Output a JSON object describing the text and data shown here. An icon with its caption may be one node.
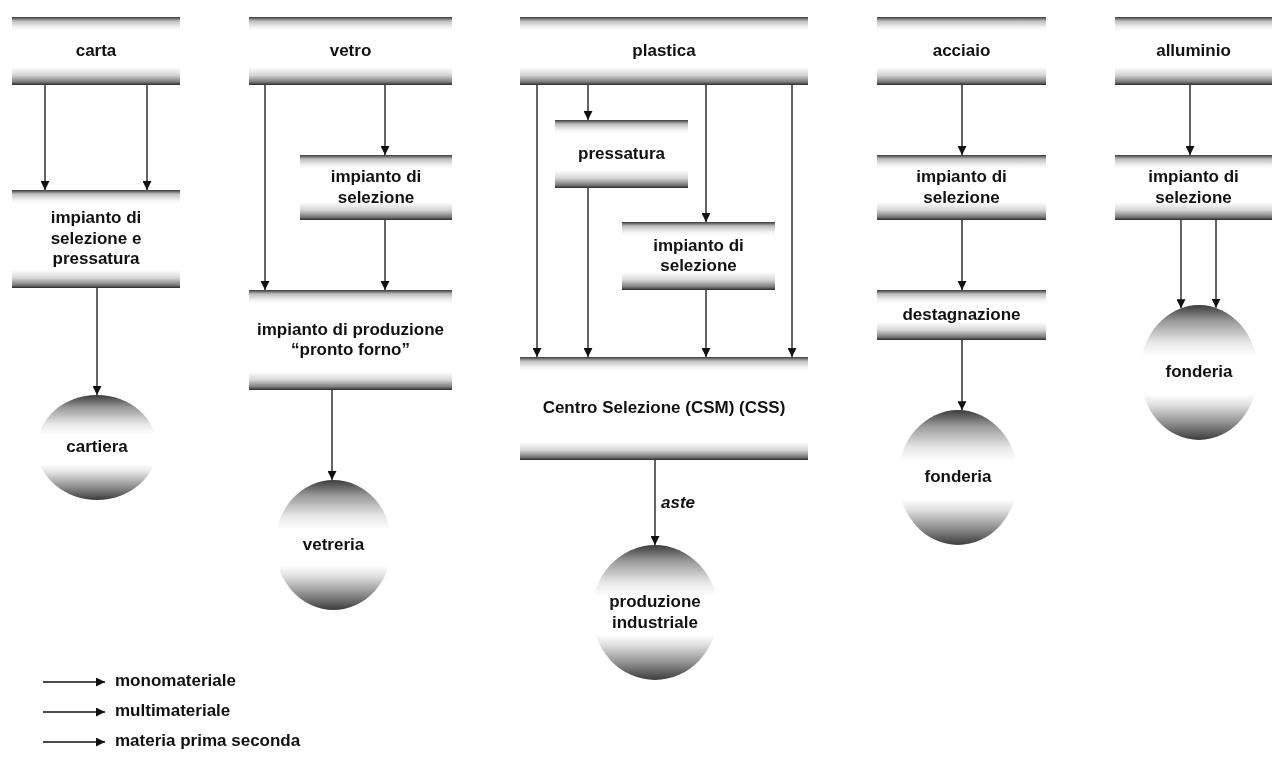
{
  "diagram": {
    "nodes": [
      {
        "text": [
          "carta"
        ]
      },
      {
        "text": [
          "impianto di selezione e pressatura"
        ]
      },
      {
        "text": [
          "cartiera"
        ]
      },
      {
        "text": [
          "vetro"
        ]
      },
      {
        "text": [
          "impianto di selezione"
        ]
      },
      {
        "text": [
          "impianto di produzione “pronto forno”"
        ]
      },
      {
        "text": [
          "vetreria"
        ]
      },
      {
        "text": [
          "plastica"
        ]
      },
      {
        "text": [
          "pressatura"
        ]
      },
      {
        "text": [
          "impianto di selezione"
        ]
      },
      {
        "text": [
          "Centro Selezione (CSM) (CSS)"
        ]
      },
      {
        "text": [
          "produzione industriale"
        ]
      },
      {
        "text": [
          "acciaio"
        ]
      },
      {
        "text": [
          "impianto di selezione"
        ]
      },
      {
        "text": [
          "destagnazione"
        ]
      },
      {
        "text": [
          "fonderia"
        ]
      },
      {
        "text": [
          "alluminio"
        ]
      },
      {
        "text": [
          "impianto di selezione"
        ]
      },
      {
        "text": [
          "fonderia"
        ]
      }
    ],
    "edges": [
      {
        "from": 0,
        "to": 1,
        "arrow": "to"
      },
      {
        "from": 0,
        "to": 1,
        "arrow": "to"
      },
      {
        "from": 1,
        "to": 2,
        "arrow": "to"
      },
      {
        "from": 3,
        "to": 5,
        "arrow": "to"
      },
      {
        "from": 3,
        "to": 4,
        "arrow": "to"
      },
      {
        "from": 4,
        "to": 5,
        "arrow": "to"
      },
      {
        "from": 5,
        "to": 6,
        "arrow": "to"
      },
      {
        "from": 7,
        "to": 10,
        "arrow": "to"
      },
      {
        "from": 7,
        "to": 8,
        "arrow": "to"
      },
      {
        "from": 8,
        "to": 10,
        "arrow": "to"
      },
      {
        "from": 7,
        "to": 9,
        "arrow": "to"
      },
      {
        "from": 9,
        "to": 10,
        "arrow": "to"
      },
      {
        "from": 7,
        "to": 10,
        "arrow": "to"
      },
      {
        "from": 10,
        "to": 11,
        "arrow": "to",
        "label": "aste"
      },
      {
        "from": 12,
        "to": 13,
        "arrow": "to"
      },
      {
        "from": 13,
        "to": 14,
        "arrow": "to"
      },
      {
        "from": 14,
        "to": 15,
        "arrow": "to"
      },
      {
        "from": 16,
        "to": 17,
        "arrow": "to"
      },
      {
        "from": 17,
        "to": 18,
        "arrow": "to"
      },
      {
        "from": 17,
        "to": 18,
        "arrow": "to"
      }
    ],
    "legend": [
      {
        "text": "monomateriale"
      },
      {
        "text": "multimateriale"
      },
      {
        "text": "materia prima seconda"
      }
    ]
  }
}
